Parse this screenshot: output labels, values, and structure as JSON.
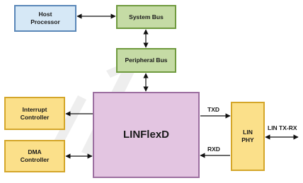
{
  "blocks": {
    "host_processor": "Host\nProcessor",
    "system_bus": "System Bus",
    "peripheral_bus": "Peripheral Bus",
    "interrupt_controller": "Interrupt\nController",
    "dma_controller": "DMA\nController",
    "linflexd": "LINFlexD",
    "lin_phy": "LIN\nPHY"
  },
  "signals": {
    "txd": "TXD",
    "rxd": "RXD",
    "lin_tx_rx": "LIN TX-RX"
  },
  "colors": {
    "host_fill": "#d6e8f6",
    "bus_fill": "#c5dba5",
    "controller_fill": "#fbe08a",
    "core_fill": "#e3c5e1"
  }
}
